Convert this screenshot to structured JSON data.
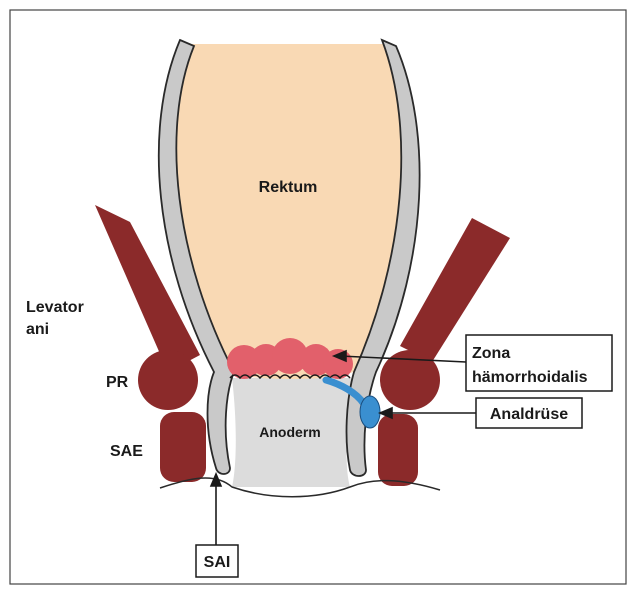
{
  "labels": {
    "rektum": "Rektum",
    "levator_line1": "Levator",
    "levator_line2": "ani",
    "pr": "PR",
    "sae": "SAE",
    "anoderm": "Anoderm",
    "zona_line1": "Zona",
    "zona_line2": "hämorrhoidalis",
    "analdruese": "Analdrüse",
    "sai": "SAI"
  },
  "colors": {
    "rectum_fill": "#f9d9b4",
    "wall_fill": "#c9c9c9",
    "wall_stroke": "#2a2a2a",
    "muscle_fill": "#8b2a2a",
    "hemorrhoid_fill": "#e2606b",
    "gland_fill": "#3a8fd0",
    "anoderm_fill": "#dcdcdc"
  }
}
